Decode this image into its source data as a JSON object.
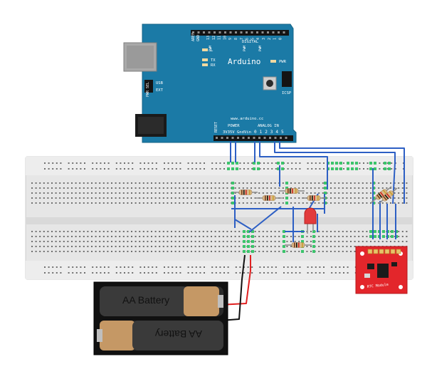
{
  "arduino": {
    "brand": "Arduino",
    "url": "www.arduino.cc",
    "digital_label": "DIGITAL",
    "aref_label": "AREF",
    "gnd_label": "GND",
    "digital_pins": [
      "13",
      "12",
      "11",
      "10",
      "9",
      "8",
      "7",
      "6",
      "5",
      "4",
      "3",
      "2",
      "1",
      "0"
    ],
    "pwm_label": "PWM",
    "tx_label": "TX",
    "rx_label": "RX",
    "l_label": "L",
    "pwr_label": "PWR",
    "icsp_label": "ICSP",
    "pwr_sel_label": "PWR SEL",
    "usb_label": "USB",
    "ext_label": "EXT",
    "reset_label": "RESET",
    "power_label": "POWER",
    "power_pins": [
      "3V3",
      "5V",
      "Gnd",
      "Vin"
    ],
    "analog_label": "ANALOG IN",
    "analog_pins": [
      "0",
      "1",
      "2",
      "3",
      "4",
      "5"
    ]
  },
  "battery": {
    "top_label": "AA Battery",
    "bottom_label": "AA Battery"
  },
  "rtc": {
    "label": "RTC Module"
  },
  "colors": {
    "arduino_board": "#1b7aa6",
    "breadboard": "#e6e6e6",
    "wire_blue": "#2d5fc4",
    "wire_red": "#e02020",
    "wire_black": "#111111",
    "rtc_board": "#e3262b",
    "led": "#e23b3b",
    "pin_green": "#3bc46b"
  },
  "icons": [
    "usb-connector-icon",
    "power-jack-icon",
    "reset-button-icon",
    "led-icon",
    "resistor-icon",
    "battery-icon",
    "chip-icon"
  ]
}
